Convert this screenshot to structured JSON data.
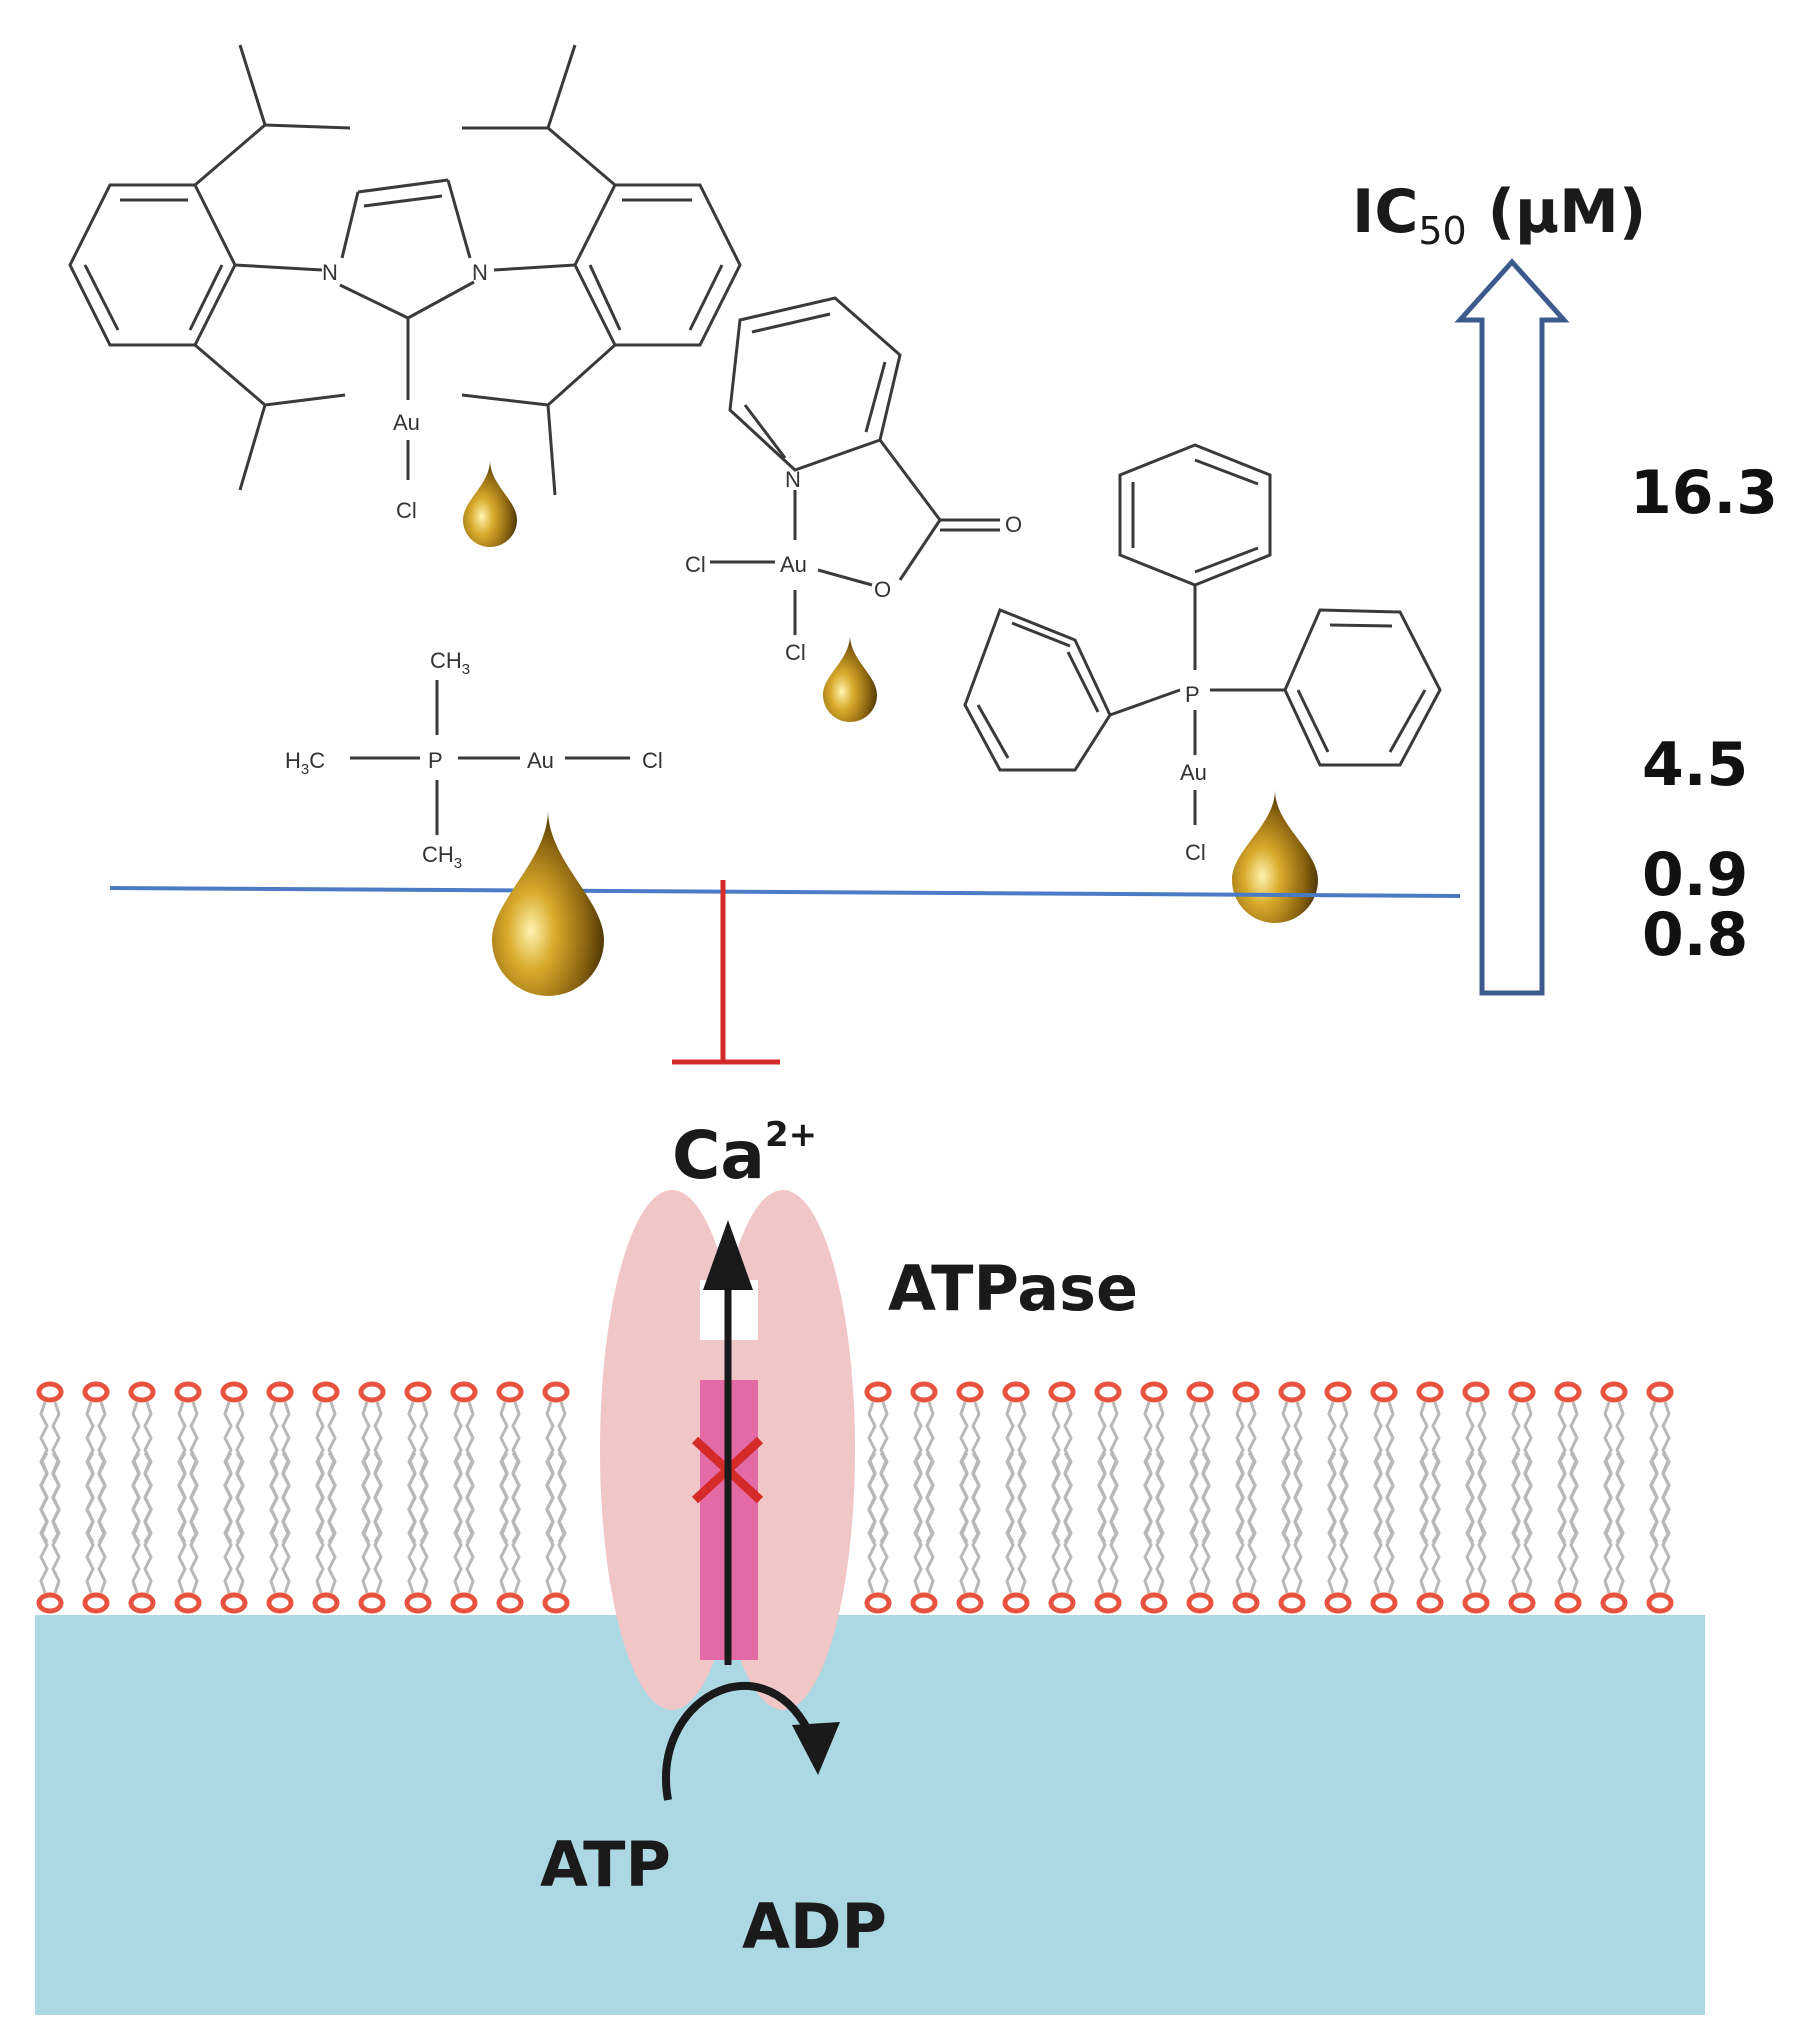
{
  "axis": {
    "label_main": "IC",
    "label_sub": "50",
    "label_unit": " (µM)",
    "arrow_color": "#3c5a8c",
    "values": [
      "16.3",
      "4.5",
      "0.9",
      "0.8"
    ]
  },
  "ion": {
    "symbol": "Ca",
    "charge": "2+"
  },
  "labels": {
    "enzyme": "ATPase",
    "substrate": "ATP",
    "product": "ADP"
  },
  "atoms": {
    "nitrogen": "N",
    "gold": "Au",
    "chlorine": "Cl",
    "oxygen": "O",
    "phosphorus": "P",
    "methyl": "CH",
    "methyl_sub": "3",
    "methyl_left": "H",
    "methyl_left_sub": "3",
    "methyl_left_tail": "C"
  },
  "colors": {
    "threshold_line": "#4a7bc4",
    "inhibition": "#d42a2a",
    "gold_drop": "#9a7612",
    "membrane_head": "#e8533f",
    "cytoplasm": "#acd8e3",
    "transporter": "#f1c6c6",
    "channel": "#e46aa6"
  }
}
